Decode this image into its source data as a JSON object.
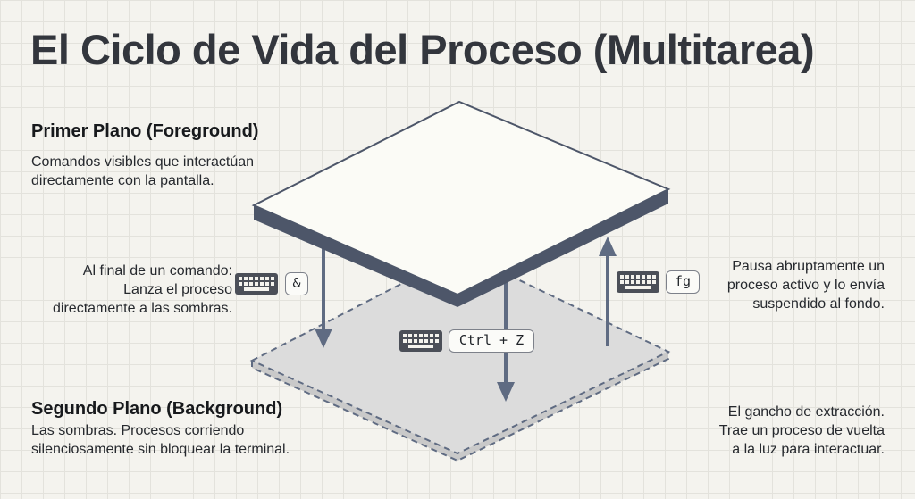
{
  "title": "El Ciclo de Vida del Proceso (Multitarea)",
  "foreground": {
    "heading": "Primer Plano (Foreground)",
    "lines": [
      "Comandos visibles que interactúan",
      "directamente con la pantalla."
    ]
  },
  "background": {
    "heading": "Segundo Plano (Background)",
    "lines": [
      "Las sombras. Procesos corriendo",
      "silenciosamente sin bloquear la terminal."
    ]
  },
  "ampersand": {
    "key": "&",
    "lines": [
      "Al final de un comando:",
      "Lanza el proceso",
      "directamente a las sombras."
    ]
  },
  "ctrlz": {
    "key": "Ctrl + Z"
  },
  "fg": {
    "key": "fg",
    "lines": [
      "Pausa abruptamente un",
      "proceso activo y lo envía",
      "suspendido al fondo."
    ]
  },
  "hook": {
    "lines": [
      "El gancho de extracción.",
      "Trae un proceso de vuelta",
      "a la luz para interactuar."
    ]
  },
  "icons": [
    "keyboard-icon"
  ],
  "colors": {
    "arrow": "#5f6b82",
    "top_plane": "#fbfbf6",
    "top_plane_edge": "#4d5669",
    "bottom_plane": "#dcdcdc",
    "bottom_plane_border": "#5f6b82"
  }
}
